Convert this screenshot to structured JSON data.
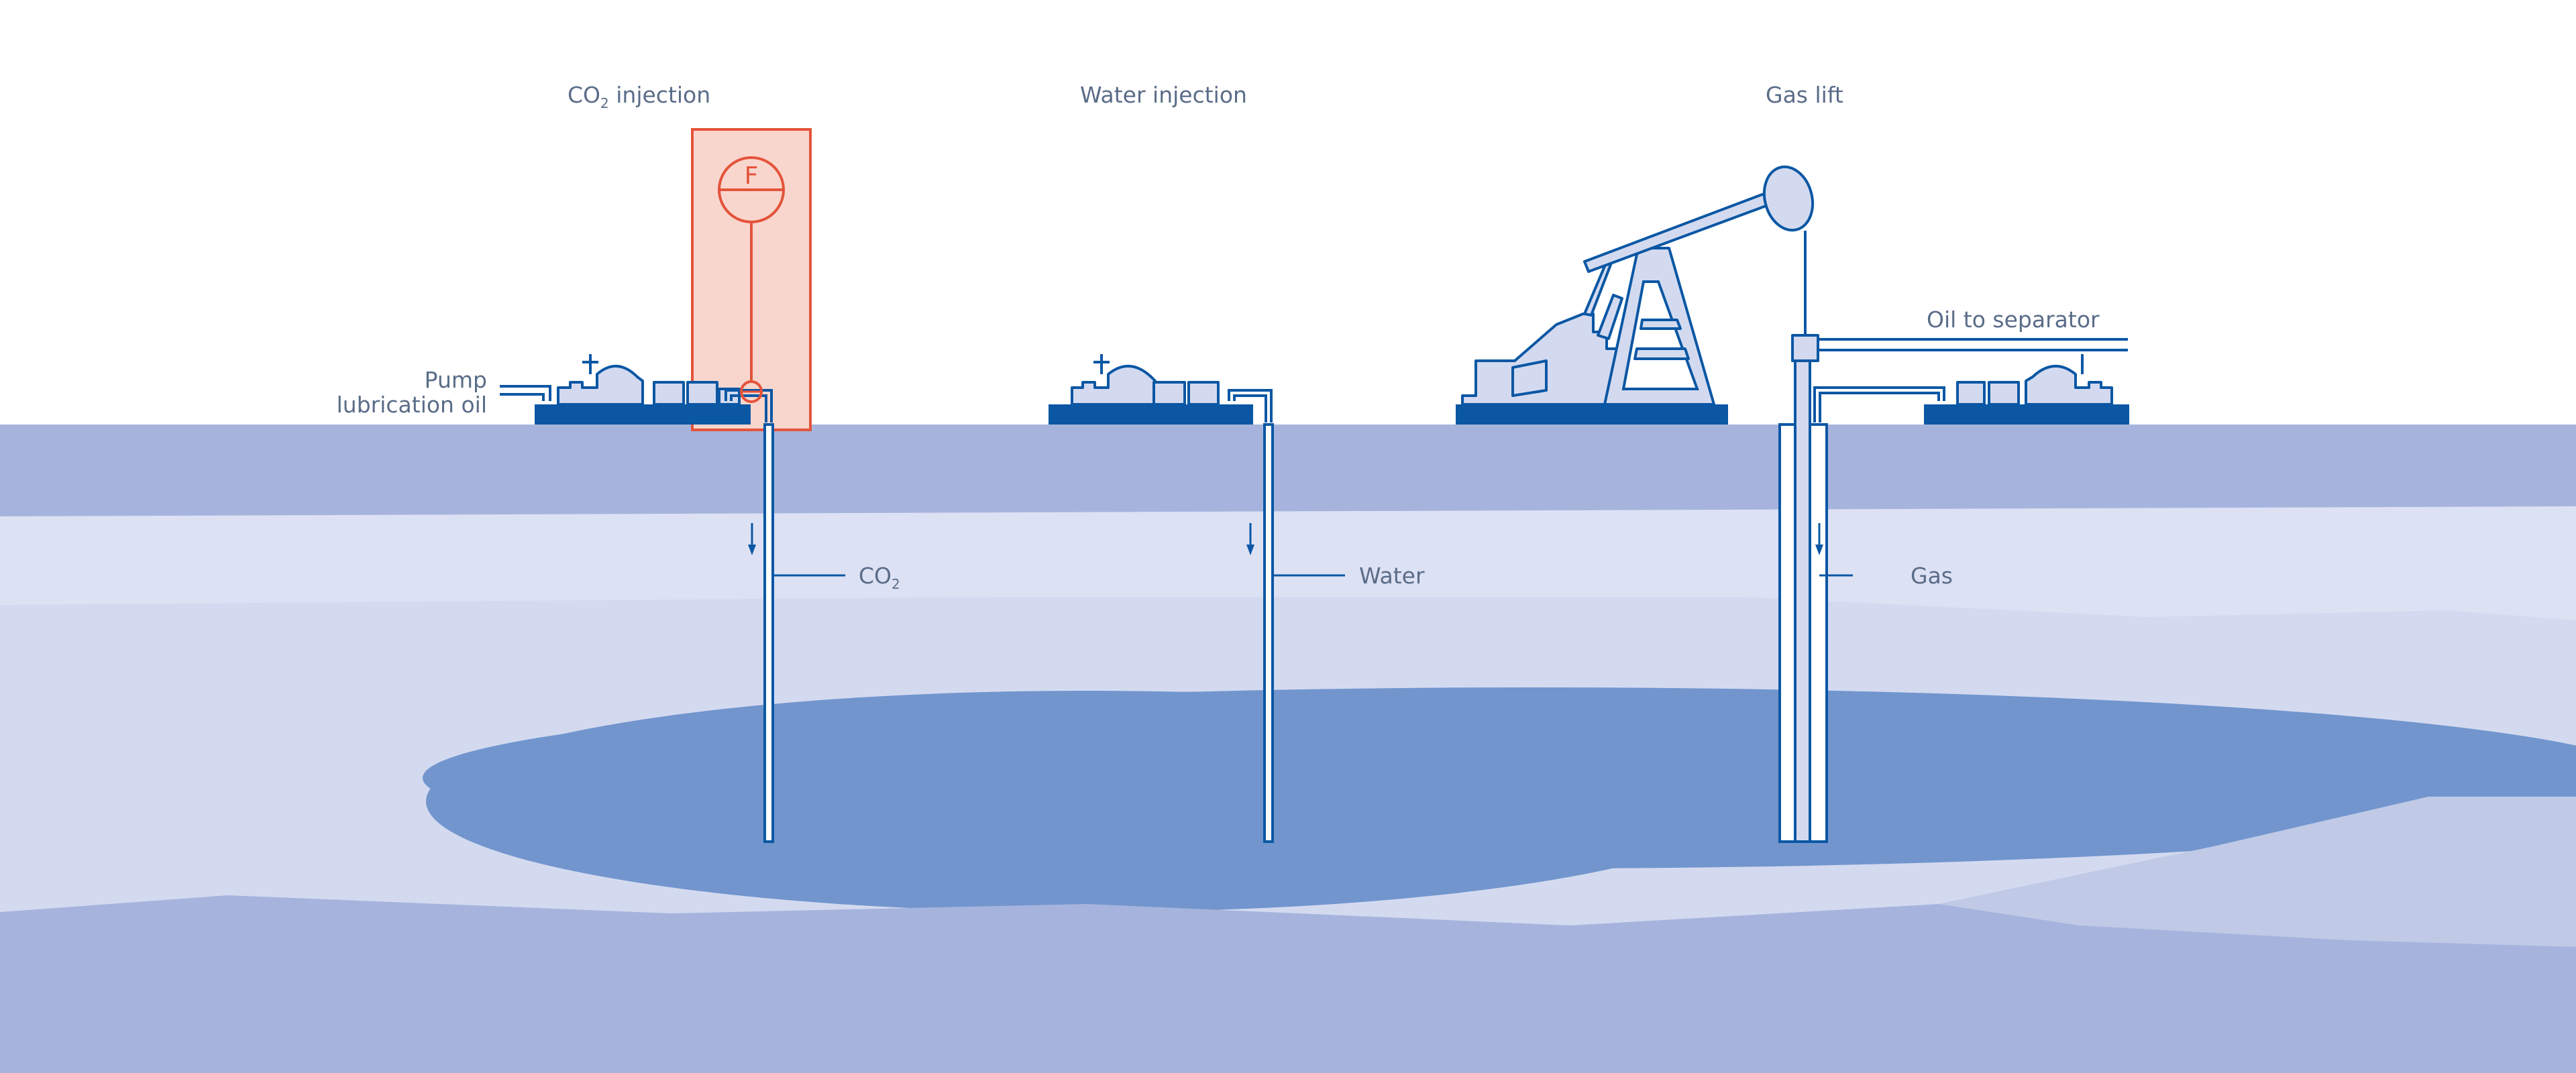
{
  "labels": {
    "co2_injection": "CO",
    "co2_injection_sub": "2",
    "co2_injection_suffix": " injection",
    "water_injection": "Water injection",
    "gas_lift": "Gas lift",
    "pump_lubrication_line1": "Pump",
    "pump_lubrication_line2": "lubrication oil",
    "oil_to_separator": "Oil to separator",
    "flow_co2": "CO",
    "flow_co2_sub": "2",
    "flow_water": "Water",
    "flow_gas": "Gas",
    "flowmeter_symbol": "F"
  },
  "colors": {
    "equipment_blue": "#0b57a4",
    "equipment_fill": "#d3daf0",
    "ground_top_layer": "#a6b4dd",
    "ground_light_layer": "#dde1f4",
    "ground_mid_layer": "#d3daf0",
    "reservoir": "#7295cd",
    "ground_bottom_layer": "#a6b4dd",
    "highlight_fill": "#f9d6cd",
    "highlight_stroke": "#e4533a",
    "label_text": "#5a6c88"
  },
  "icons": {
    "flowmeter": "flowmeter-icon",
    "pumpjack": "pumpjack-icon",
    "pump_skid": "pump-skid-icon",
    "flow_arrow": "arrow-down-icon"
  }
}
